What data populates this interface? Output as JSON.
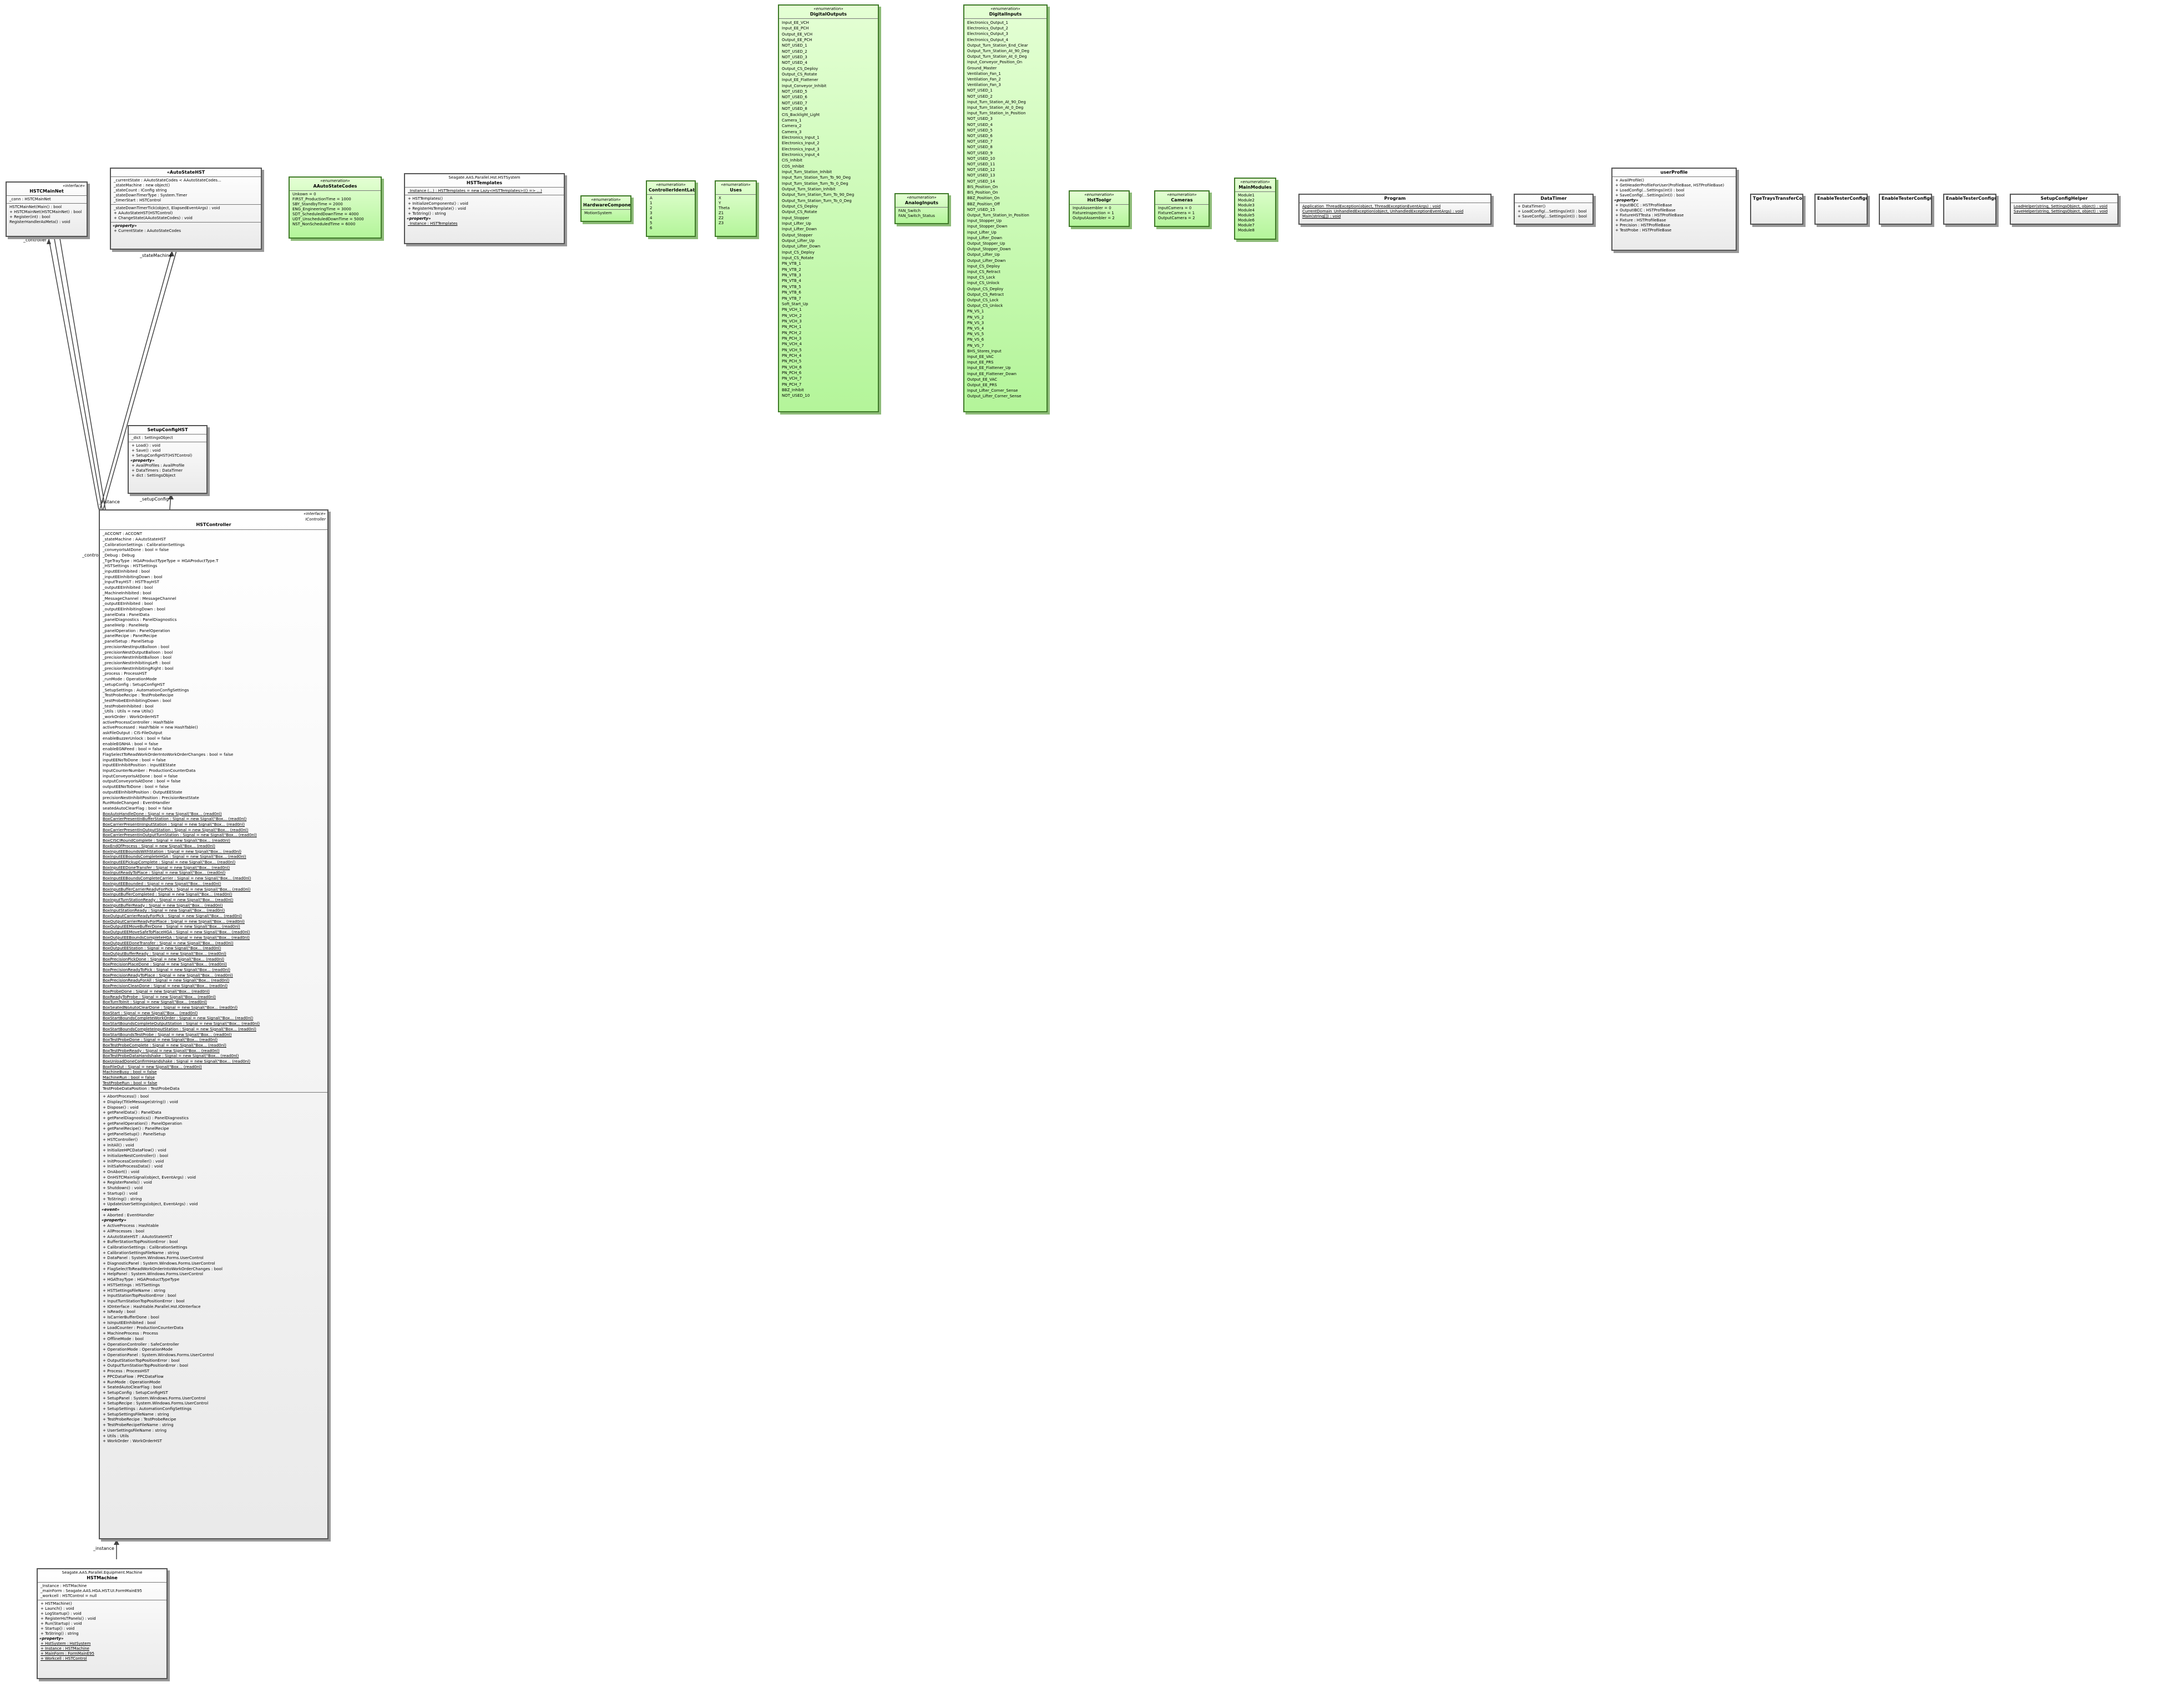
{
  "relation_labels": [
    "_controller",
    "_stateMachine",
    "_instance",
    "_setupConfig",
    "_controller",
    "_instance"
  ],
  "classes": {
    "icontroller": {
      "stereotype": "«interface»",
      "namespace": "IController",
      "name": "HSTCMainNet",
      "fields": [
        "_conn : HSTCMainNet"
      ],
      "methods": [
        "HSTCMainNet(Main() : bool",
        "+ HSTCMainNet(HSTCMainNet) : bool",
        "+ Register(int) : bool",
        "RegisterHandlerAsMeta() : void"
      ]
    },
    "statemachine": {
      "stereotype": "",
      "namespace": "",
      "name": "«AutoStateHST",
      "fields": [
        "_currentState : AAutoStateCodes < AAutoStateCodes...",
        "_stateMachine : new object()",
        "_stateCount : IConfig string",
        "_stateDownTimerType : System.Timer",
        "_timerStart : HSTControl"
      ],
      "methods": [
        "_stateDownTimerTick(object, ElapsedEventArgs) : void",
        "+ AAutoStateHST(HSTControl)",
        "+ ChangeState(AAutoStateCodes) : void"
      ],
      "props_header": "«property»",
      "props": [
        "+ CurrentState : AAutoStateCodes"
      ]
    },
    "autostatecodes": {
      "stereotype": "«enumeration»",
      "name": "AAutoStateCodes",
      "fields": [
        "Unkown = 0",
        "FIRST_ProductionTime = 1000",
        "SBY_StandbyTime = 2000",
        "ENG_EngineeringTime = 3000",
        "SDT_ScheduledDownTime = 4000",
        "UDT_UnscheduledDownTime = 5000",
        "NST_NonScheduledTime = 6000"
      ]
    },
    "hsttemplates": {
      "stereotype": "",
      "namespace": "Seagate.AAS.Parallel.Hst.HSTSystem",
      "name": "HSTTemplates",
      "fields": [
        "_Instance (...) : HSTTemplates = new Lazy<HSTTemplates>(() => ...)"
      ],
      "methods": [
        "+ HSTTemplates()",
        "+ InitializeComponents() : void",
        "+ RegisterHsTemplate() : void",
        "+ ToString() : string"
      ],
      "props_header": "«property»",
      "props": [
        "_Instance : HSTTemplates"
      ]
    },
    "hardwarecomponent": {
      "stereotype": "«enumeration»",
      "name": "HardwareComponent",
      "fields": [
        "MotionSystem"
      ]
    },
    "controllerlabel": {
      "stereotype": "«enumeration»",
      "name": "ControllerIdentLabel",
      "fields": [
        "A",
        "1",
        "2",
        "3",
        "4",
        "5",
        "6"
      ]
    },
    "uses": {
      "stereotype": "«enumeration»",
      "name": "Uses",
      "fields": [
        "X",
        "Y",
        "Theta",
        "Z1",
        "Z2",
        "Z3"
      ]
    },
    "digitaloutputs": {
      "stereotype": "«enumeration»",
      "name": "DigitalOutputs",
      "fields": [
        "Input_EE_VCH",
        "Input_EE_PCH",
        "Output_EE_VCH",
        "Output_EE_PCH",
        "NOT_USED_1",
        "NOT_USED_2",
        "NOT_USED_3",
        "NOT_USED_4",
        "Output_CS_Deploy",
        "Output_CS_Rotate",
        "Input_EE_Flattener",
        "Input_Conveyor_Inhibit",
        "NOT_USED_5",
        "NOT_USED_6",
        "NOT_USED_7",
        "NOT_USED_8",
        "CIS_Backlight_Light",
        "Camera_1",
        "Camera_2",
        "Camera_3",
        "Electronics_Input_1",
        "Electronics_Input_2",
        "Electronics_Input_3",
        "Electronics_Input_4",
        "CIS_Inhibit",
        "COS_Inhibit",
        "Input_Turn_Station_Inhibit",
        "Input_Turn_Station_Turn_To_90_Deg",
        "Input_Turn_Station_Turn_To_0_Deg",
        "Output_Turn_Station_Inhibit",
        "Output_Turn_Station_Turn_To_90_Deg",
        "Output_Turn_Station_Turn_To_0_Deg",
        "Output_CS_Deploy",
        "Output_CS_Rotate",
        "Input_Stopper",
        "Input_Lifter_Up",
        "Input_Lifter_Down",
        "Output_Stopper",
        "Output_Lifter_Up",
        "Output_Lifter_Down",
        "Input_CS_Deploy",
        "Input_CS_Rotate",
        "PN_VTB_1",
        "PN_VTB_2",
        "PN_VTB_3",
        "PN_VTB_4",
        "PN_VTB_5",
        "PN_VTB_6",
        "PN_VTB_7",
        "Soft_Start_Up",
        "PN_VCH_1",
        "PN_VCH_2",
        "PN_VCH_3",
        "PN_PCH_1",
        "PN_PCH_2",
        "PN_PCH_3",
        "PN_VCH_4",
        "PN_VCH_5",
        "PN_PCH_4",
        "PN_PCH_5",
        "PN_VCH_6",
        "PN_PCH_6",
        "PN_VCH_7",
        "PN_PCH_7",
        "BBZ_Inhibit",
        "NOT_USED_10"
      ]
    },
    "digitalinputs": {
      "stereotype": "«enumeration»",
      "name": "DigitalInputs",
      "fields": [
        "Electronics_Output_1",
        "Electronics_Output_2",
        "Electronics_Output_3",
        "Electronics_Output_4",
        "Output_Turn_Station_End_Clear",
        "Output_Turn_Station_At_90_Deg",
        "Output_Turn_Station_At_0_Deg",
        "Input_Conveyor_Position_On",
        "Ground_Master",
        "Ventilation_Fan_1",
        "Ventilation_Fan_2",
        "Ventilation_Fan_3",
        "NOT_USED_1",
        "NOT_USED_2",
        "Input_Turn_Station_At_90_Deg",
        "Input_Turn_Station_At_0_Deg",
        "Input_Turn_Station_In_Position",
        "NOT_USED_3",
        "NOT_USED_4",
        "NOT_USED_5",
        "NOT_USED_6",
        "NOT_USED_7",
        "NOT_USED_8",
        "NOT_USED_9",
        "NOT_USED_10",
        "NOT_USED_11",
        "NOT_USED_12",
        "NOT_USED_13",
        "NOT_USED_14",
        "BIS_Position_On",
        "BIS_Position_On",
        "BBZ_Position_On",
        "BBZ_Position_Off",
        "NOT_USED_15",
        "Output_Turn_Station_In_Position",
        "Input_Stopper_Up",
        "Input_Stopper_Down",
        "Input_Lifter_Up",
        "Input_Lifter_Down",
        "Output_Stopper_Up",
        "Output_Stopper_Down",
        "Output_Lifter_Up",
        "Output_Lifter_Down",
        "Input_CS_Deploy",
        "Input_CS_Retract",
        "Input_CS_Lock",
        "Input_CS_Unlock",
        "Output_CS_Deploy",
        "Output_CS_Retract",
        "Output_CS_Lock",
        "Output_CS_Unlock",
        "PN_VS_1",
        "PN_VS_2",
        "PN_VS_3",
        "PN_VS_4",
        "PN_VS_5",
        "PN_VS_6",
        "PN_VS_7",
        "BHS_Stores_Input",
        "Input_EE_VAC",
        "Input_EE_PRS",
        "Input_EE_Flattener_Up",
        "Input_EE_Flattener_Down",
        "Output_EE_VAC",
        "Output_EE_PRS",
        "Input_Lifter_Corner_Sense",
        "Output_Lifter_Corner_Sense"
      ]
    },
    "analoginputs": {
      "stereotype": "«enumeration»",
      "name": "AnalogInputs",
      "fields": [
        "FAN_Switch",
        "FAN_Switch_Status"
      ]
    },
    "hsttoolgr": {
      "stereotype": "«enumeration»",
      "name": "HstToolgr",
      "fields": [
        "InputAssembler = 0",
        "FixtureInspection = 1",
        "OutputAssembler = 2"
      ]
    },
    "cameras": {
      "stereotype": "«enumeration»",
      "name": "Cameras",
      "fields": [
        "InputCamera = 0",
        "FixtureCamera = 1",
        "OutputCamera = 2"
      ]
    },
    "mainmodules": {
      "stereotype": "«enumeration»",
      "name": "MainModules",
      "fields": [
        "Module1",
        "Module2",
        "Module3",
        "Module4",
        "Module5",
        "Module6",
        "Module7",
        "Module8"
      ]
    },
    "program": {
      "stereotype": "",
      "name": "Program",
      "methods_u": [
        "Application_ThreadException(object, ThreadExceptionEventArgs) : void",
        "CurrentDomain_UnhandledException(object, UnhandledExceptionEventArgs) : void",
        "Main(string[]) : void"
      ]
    },
    "datatimer": {
      "stereotype": "",
      "name": "DataTimer",
      "methods": [
        "+ DataTimer()",
        "+ LoadConfig(...Settings(int)) : bool",
        "+ SaveConfig(...Settings(int)) : bool"
      ]
    },
    "userprofile": {
      "stereotype": "",
      "name": "userProfile",
      "methods": [
        "+ AvailProfile()",
        "+ GetHeaderProfileForUser(ProfileBase, HSTProfileBase)",
        "+ LoadConfig(...Settings(int)) : bool",
        "+ SaveConfig(...Settings(int)) : bool"
      ],
      "props_header": "«property»",
      "props": [
        "+ InputIBCC : HSTProfileBase",
        "+ OutputIBCC : HSTProfileBase",
        "+ FixtureHSTTesta : HSTProfileBase",
        "+ Fixture : HSTProfileBase",
        "+ Precision : HSTProfileBase",
        "+ TestProbe : HSTProfileBase"
      ]
    },
    "tgapptransferconfig": {
      "name": "TgeTraysTransferConfig"
    },
    "enabletesterconfig1": {
      "name": "EnableTesterConfigure"
    },
    "enabletesterconfig2": {
      "name": "EnableTesterConfigure"
    },
    "enabletesterconfig3": {
      "name": "EnableTesterConfigure"
    },
    "setupconfighelper": {
      "name": "SetupConfigHelper",
      "methods_u": [
        "LoadHelper(string, SettingsObject, object) : void",
        "SaveHelper(string, SettingsObject, object) : void"
      ]
    },
    "setupconfig": {
      "stereotype": "",
      "name": "SetupConfigHST",
      "fields": [
        "_dict : SettingsObject"
      ],
      "methods": [
        "+ Load() : void",
        "+ Save() : void",
        "+ SetupConfigHST(HSTControl)"
      ],
      "props_header": "«property»",
      "props": [
        "+ AvailProfiles : AvailProfile",
        "+ DataTimers : DataTimer",
        "+ dict : SettingsObject"
      ]
    },
    "hstcontroller": {
      "stereotype": "«interface»\nIController",
      "name": "HSTController",
      "fields": [
        "_ACCONT : ACCONT",
        "_stateMachine : AAutoStateHST",
        "_CalibrationSettings : CalibrationSettings",
        "_conveyorIsAtDone : bool = false",
        "_Debug : Debug",
        "_TgeTrayType : HGAProductTypeType = HGAProductType.T",
        "_HSTSettings : HSTSettings",
        "_inputEEInhibited : bool",
        "_inputEEInhibitingDown : bool",
        "_InputTrayHST : HSTTrayHST",
        "_outputEEInhibited : bool",
        "_MachineInhibited : bool",
        "_MessageChannel : MessageChannel",
        "_outputEEInhibited : bool",
        "_outputEEInhibitingDown : bool",
        "_panelData : PanelData",
        "_panelDiagnostics : PanelDiagnostics",
        "_panelHelp : PanelHelp",
        "_panelOperation : PanelOperation",
        "_panelRecipe : PanelRecipe",
        "_panelSetup : PanelSetup",
        "_precisionNestInputBalloon : bool",
        "_precisionNestOutputBalloon : bool",
        "_precisionNestInhibitBalloon : bool",
        "_precisionNestInhibitingLeft : bool",
        "_precisionNestInhibitingRight : bool",
        "_process : ProcessHST",
        "_runMode : OperationMode",
        "_setupConfig : SetupConfigHST",
        "_SetupSettings : AutomationConfigSettings",
        "_TestProbeRecipe : TestProbeRecipe",
        "_testProbeEEInhibitingDown : bool",
        "_testProbeInhibited : bool",
        "_Utils : Utils = new Utils()",
        "_workOrder : WorkOrderHST",
        "activeProcessController : HashTable",
        "activeProcessed : HashTable = new HashTable()",
        "askFileOutput : CIS-FileOutput",
        "enableBuzzerUnlock : bool = false",
        "enableEGNHA : bool = false",
        "enableEGNFeed : bool = false",
        "FlagSelectToReadWorkOrderIntoWorkOrderChanges : bool = false",
        "inputEENoToDone : bool = false",
        "inputEEInhibitPosition : InputEEState",
        "InputCounterNumber : ProductionCounterData",
        "inputConveyorIsAtDone : bool = false",
        "outputConveyorIsAtDone : bool = false",
        "outputEENoToDone : bool = false",
        "outputEEInhibitPosition : OutputEEState",
        "precisionNestInhibitPosition : PrecisionNestState",
        "RunModeChanged : EventHandler",
        "seatedAutoClearFlag : bool = false"
      ],
      "fields_u": [
        "BoxAutoHandleDone : Signal = new Signal(\"Box... (read0nl)",
        "BoxCarrierPresentInBufferStation : Signal = new Signal(\"Box... (read0nl)",
        "BoxCarrierPresentInInputStation : Signal = new Signal(\"Box... (read0nl)",
        "BoxCarrierPresentInOutputStation : Signal = new Signal(\"Box... (read0nl)",
        "BoxCarrierPresentInOutputTurnStation : Signal = new Signal(\"Box... (read0nl)",
        "BoxCISCIRoundComplete : Signal = new Signal(\"Box... (read0nl)",
        "BoxEndOfProcess : Signal = new Signal(\"Box... (read0nl)",
        "BoxInputEEBoundsWithStation : Signal = new Signal(\"Box... (read0nl)",
        "BoxInputEEBoundsCompleteHGA : Signal = new Signal(\"Box... (read0nl)",
        "BoxInputEEPickupComplete : Signal = new Signal(\"Box... (read0nl)",
        "BoxInputEEDoneTransfer : Signal = new Signal(\"Box... (read0nl)",
        "BoxInputReadyToPlace : Signal = new Signal(\"Box... (read0nl)",
        "BoxInputEEBoundsCompleteCarrier : Signal = new Signal(\"Box... (read0nl)",
        "BoxInputEEBounded : Signal = new Signal(\"Box... (read0nl)",
        "BoxInputBufferCarrierReadyForPick : Signal = new Signal(\"Box... (read0nl)",
        "BoxInputBufferCompleted : Signal = new Signal(\"Box... (read0nl)",
        "BoxInputTurnStationReady : Signal = new Signal(\"Box... (read0nl)",
        "BoxInputBufferReady : Signal = new Signal(\"Box... (read0nl)",
        "BoxInputStationReady : Signal = new Signal(\"Box... (read0nl)",
        "BoxOutputCarrierReadyForPick : Signal = new Signal(\"Box... (read0nl)",
        "BoxOutputCarrierReadyForPlace : Signal = new Signal(\"Box... (read0nl)",
        "BoxOutputEEMoveBufferDone : Signal = new Signal(\"Box... (read0nl)",
        "BoxOutputEEMoveSafeToPlaceHGA : Signal = new Signal(\"Box... (read0nl)",
        "BoxOutputEEBoundsCompleteHGA : Signal = new Signal(\"Box... (read0nl)",
        "BoxOutputEEDoneTransfer : Signal = new Signal(\"Box... (read0nl)",
        "BoxOutputEEStation : Signal = new Signal(\"Box... (read0nl)",
        "BoxOutputBufferReady : Signal = new Signal(\"Box... (read0nl)",
        "BoxPrecisionPickDone : Signal = new Signal(\"Box... (read0nl)",
        "BoxPrecisionPlaceDone : Signal = new Signal(\"Box... (read0nl)",
        "BoxPrecisionReadyToPick : Signal = new Signal(\"Box... (read0nl)",
        "BoxPrecisionReadyToPlace : Signal = new Signal(\"Box... (read0nl)",
        "BoxPrecisionReadyForAll : Signal = new Signal(\"Box... (read0nl)",
        "BoxPrecisionCleanDone : Signal = new Signal(\"Box... (read0nl)",
        "BoxProbeDone : Signal = new Signal(\"Box... (read0nl)",
        "BoxReadyToProbe : Signal = new Signal(\"Box... (read0nl)",
        "BoxTurnToInit : Signal = new Signal(\"Box... (read0nl)",
        "BoxSeatedNoAutoClearDone : Signal = new Signal(\"Box... (read0nl)",
        "BoxStart : Signal = new Signal(\"Box... (read0nl)",
        "BoxStartBoundsCompleteWorkOrder : Signal = new Signal(\"Box... (read0nl)",
        "BoxStartBoundsCompleteOutputStation : Signal = new Signal(\"Box... (read0nl)",
        "BoxStartBoundsCompleteInputStation : Signal = new Signal(\"Box... (read0nl)",
        "BoxStartBoundsTestProbe : Signal = new Signal(\"Box... (read0nl)",
        "BoxTestProbeDone : Signal = new Signal(\"Box... (read0nl)",
        "BoxTestProbeComplete : Signal = new Signal(\"Box... (read0nl)",
        "BoxTestProbeReady : Signal = new Signal(\"Box... (read0nl)",
        "BoxTestProbeDataHandshake : Signal = new Signal(\"Box... (read0nl)",
        "BoxUnloadDoneConfirmHandshake : Signal = new Signal(\"Box... (read0nl)",
        "BoxFileOut : Signal = new Signal(\"Box... (read0nl)",
        "MachineBusy : bool = false",
        "MachineRun : bool = false",
        "TestProbeRun : bool = false"
      ],
      "fields_tail": [
        "TestProbeDataPosition : TestProbeData"
      ],
      "methods": [
        "+ AbortProcess() : bool",
        "+ Display(TitleMessage(string)) : void",
        "+ Dispose() : void",
        "+ getPanelData() : PanelData",
        "+ getPanelDiagnostics() : PanelDiagnostics",
        "+ getPanelOperation() : PanelOperation",
        "+ getPanelRecipe() : PanelRecipe",
        "+ getPanelSetup() : PanelSetup",
        "+ HSTController()",
        "+ InitAll() : void",
        "+ InitializeHPCDataFlow() : void",
        "+ InitializeNestController() : bool",
        "+ InitProcessController() : void",
        "+ InitSafeProcessData() : void",
        "+ OnAbort() : void",
        "+ OnHSTCMainSignal(object, EventArgs) : void",
        "+ RegisterPanels() : void",
        "+ Shutdown() : void",
        "+ Startup() : void",
        "+ ToString() : string",
        "+ UpdateUserSettings(object, EventArgs) : void"
      ],
      "events_header": "«event»",
      "events": [
        "+ Aborted : EventHandler"
      ],
      "props_header": "«property»",
      "props": [
        "+ ActiveProcess : Hashtable",
        "+ AllProcesses : bool",
        "+ AAutoStateHST : AAutoStateHST",
        "+ BufferStationTopPositionError : bool",
        "+ CalibrationSettings : CalibrationSettings",
        "+ CalibrationSettingsFileName : string",
        "+ DataPanel : System.Windows.Forms.UserControl",
        "+ DiagnosticPanel : System.Windows.Forms.UserControl",
        "+ FlagSelectToReadWorkOrderIntoWorkOrderChanges : bool",
        "+ HelpPanel : System.Windows.Forms.UserControl",
        "+ HGATrayType : HGAProductTypeType",
        "+ HSTSettings : HSTSettings",
        "+ HSTSettingsFileName : string",
        "+ InputStationTopPositionError : bool",
        "+ InputTurnStationTopPositionError : bool",
        "+ IOInterface : Hashtable.Parallel.Hst.IOInterface",
        "+ IsReady : bool",
        "+ IsCarrierBufferDone : bool",
        "+ IsInputEEInhibited : bool",
        "+ LoadCounter : ProductionCounterData",
        "+ MachineProcess : Process",
        "+ OfflineMode : bool",
        "+ OperationController : SafeController",
        "+ OperationMode : OperationMode",
        "+ OperationPanel : System.Windows.Forms.UserControl",
        "+ OutputStationTopPositionError : bool",
        "+ OutputTurnStationTopPositionError : bool",
        "+ Process : ProcessHST",
        "+ PPCDataFlow : PPCDataFlow",
        "+ RunMode : OperationMode",
        "+ SeatedAutoClearFlag : bool",
        "+ SetupConfig : SetupConfigHST",
        "+ SetupPanel : System.Windows.Forms.UserControl",
        "+ SetupRecipe : System.Windows.Forms.UserControl",
        "+ SetupSettings : AutomationConfigSettings",
        "+ SetupSettingsFileName : string",
        "+ TestProbeRecipe : TestProbeRecipe",
        "+ TestProbeRecipeFileName : string",
        "+ UserSettingsFileName : string",
        "+ Utils : Utils",
        "+ WorkOrder : WorkOrderHST"
      ]
    },
    "hstmachine": {
      "stereotype": "",
      "namespace": "Seagate.AAS.Parallel.Equipment.Machine",
      "name": "HSTMachine",
      "fields": [
        "_Instance : HSTMachine",
        "_mainForm : Seagate.AAS.HGA.HST.UI.FormMainE95",
        "_workcell : HSTControl = null"
      ],
      "methods": [
        "+ HSTMachine()",
        "+ Launch() : void",
        "+ LogStartup() : void",
        "+ RegisterHsTPanels() : void",
        "+ Run(Startup) : void",
        "+ Startup() : void",
        "+ ToString() : string"
      ],
      "props_header": "«property»",
      "props_u": [
        "+ HstSystem : HstSystem",
        "+ Instance : HSTMachine",
        "+ MainForm : FormMainE95",
        "+ Workcell : HSTControl"
      ]
    }
  }
}
